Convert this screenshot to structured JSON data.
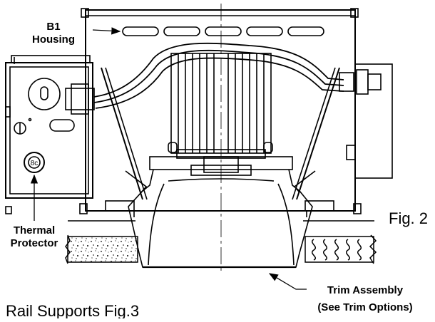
{
  "labels": {
    "housing_line1": "B1",
    "housing_line2": "Housing",
    "thermal_line1": "Thermal",
    "thermal_line2": "Protector",
    "trim_line1": "Trim Assembly",
    "trim_line2": "(See Trim Options)",
    "figure": "Fig. 2",
    "bottom_caption": "Rail Supports Fig.3",
    "protector_mark": "8c"
  },
  "colors": {
    "line": "#000000",
    "background": "#ffffff"
  }
}
